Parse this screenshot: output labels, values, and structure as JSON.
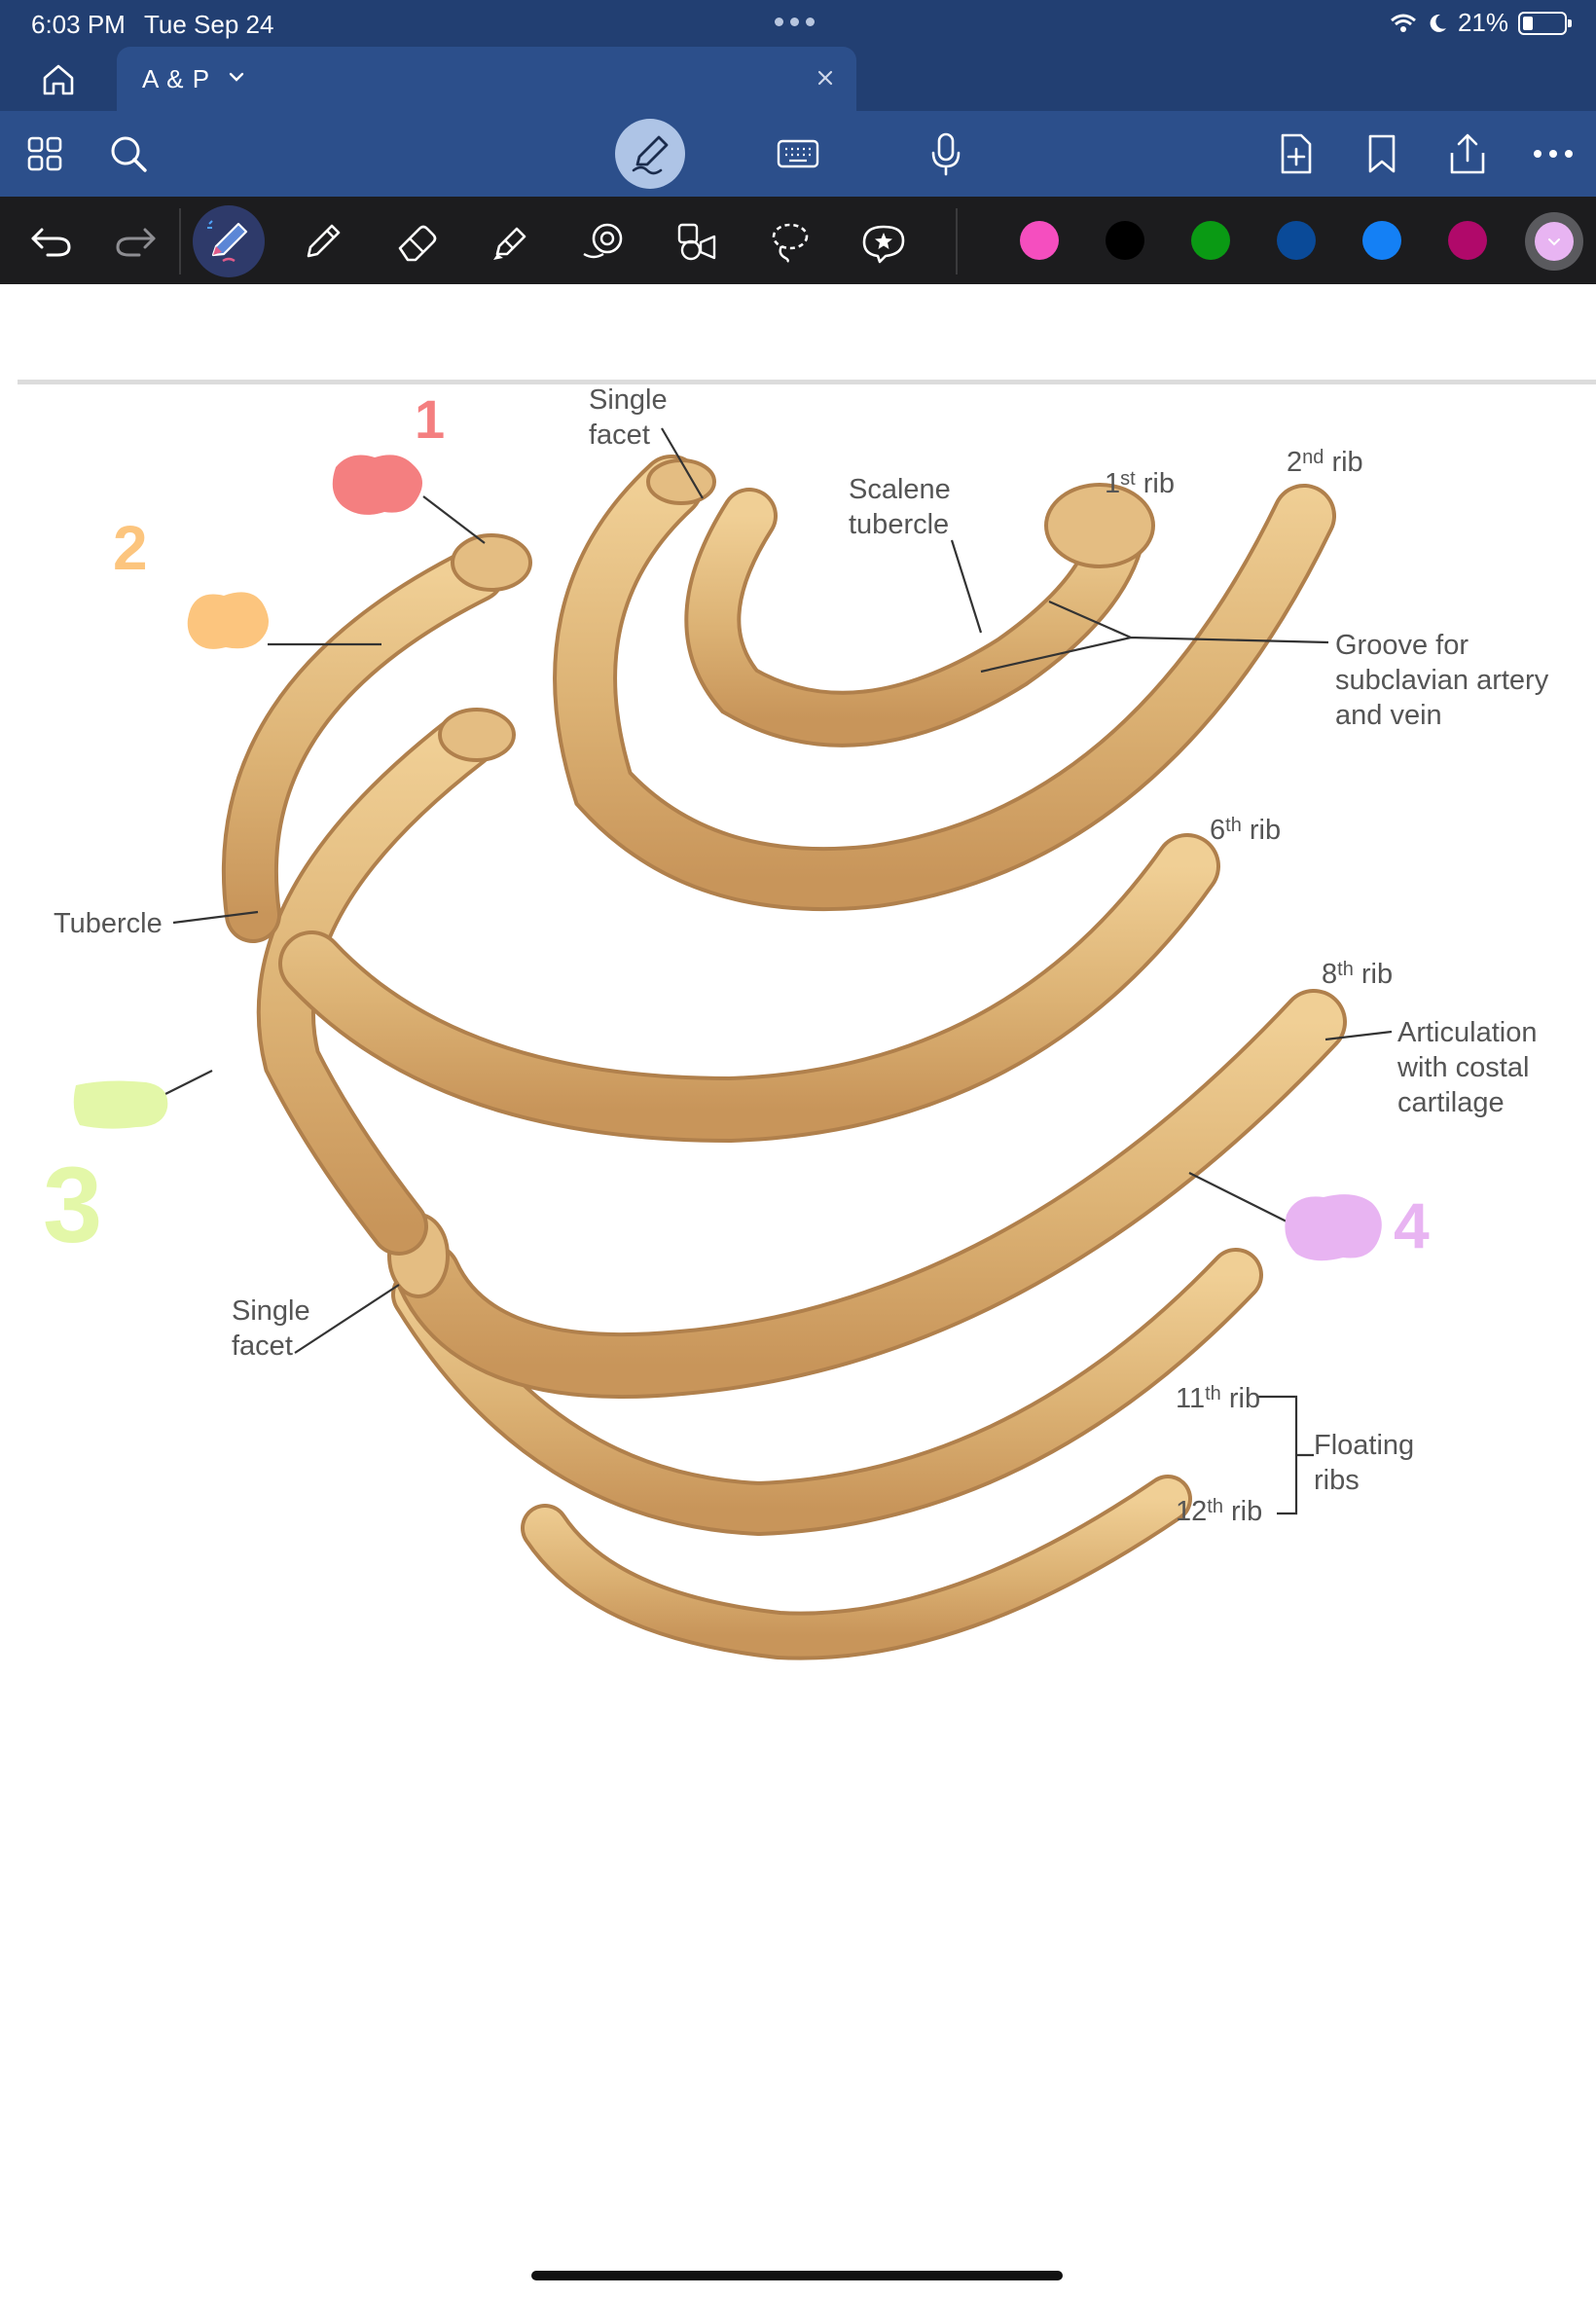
{
  "status_bar": {
    "time": "6:03 PM",
    "date": "Tue Sep 24",
    "battery": "21%"
  },
  "tab": {
    "title": "A & P"
  },
  "palette": {
    "colors": [
      "#f54ebf",
      "#000000",
      "#0a9a14",
      "#0a4a98",
      "#1480f5",
      "#b0096a"
    ],
    "selected": "#e8b4f2"
  },
  "icons": {
    "toolbar": [
      "grid-icon",
      "search-icon",
      "pen-mode-icon",
      "keyboard-icon",
      "microphone-icon",
      "add-page-icon",
      "bookmark-icon",
      "share-icon",
      "more-icon"
    ],
    "tools": [
      "undo-icon",
      "redo-icon",
      "pen-tool-icon",
      "pencil-icon",
      "eraser-icon",
      "highlighter-icon",
      "shapes-icon",
      "elements-icon",
      "lasso-icon",
      "sticker-icon"
    ]
  },
  "diagram": {
    "labels": {
      "single_facet_top": [
        "Single",
        "facet"
      ],
      "scalene_tubercle": [
        "Scalene",
        "tubercle"
      ],
      "first_rib": [
        "1",
        "st",
        " rib"
      ],
      "second_rib": [
        "2",
        "nd",
        " rib"
      ],
      "groove": [
        "Groove for",
        "subclavian artery",
        "and vein"
      ],
      "sixth_rib": [
        "6",
        "th",
        " rib"
      ],
      "eighth_rib": [
        "8",
        "th",
        " rib"
      ],
      "articulation": [
        "Articulation",
        "with costal",
        "cartilage"
      ],
      "tubercle": "Tubercle",
      "single_facet_bottom": [
        "Single",
        "facet"
      ],
      "eleventh_rib": [
        "11",
        "th",
        " rib"
      ],
      "twelfth_rib": [
        "12",
        "th",
        " rib"
      ],
      "floating_ribs": [
        "Floating",
        "ribs"
      ]
    },
    "annotations": [
      {
        "number": "1",
        "color": "#f47f80"
      },
      {
        "number": "2",
        "color": "#fcc57e"
      },
      {
        "number": "3",
        "color": "#e3f7a8"
      },
      {
        "number": "4",
        "color": "#e8b4f2"
      }
    ]
  }
}
